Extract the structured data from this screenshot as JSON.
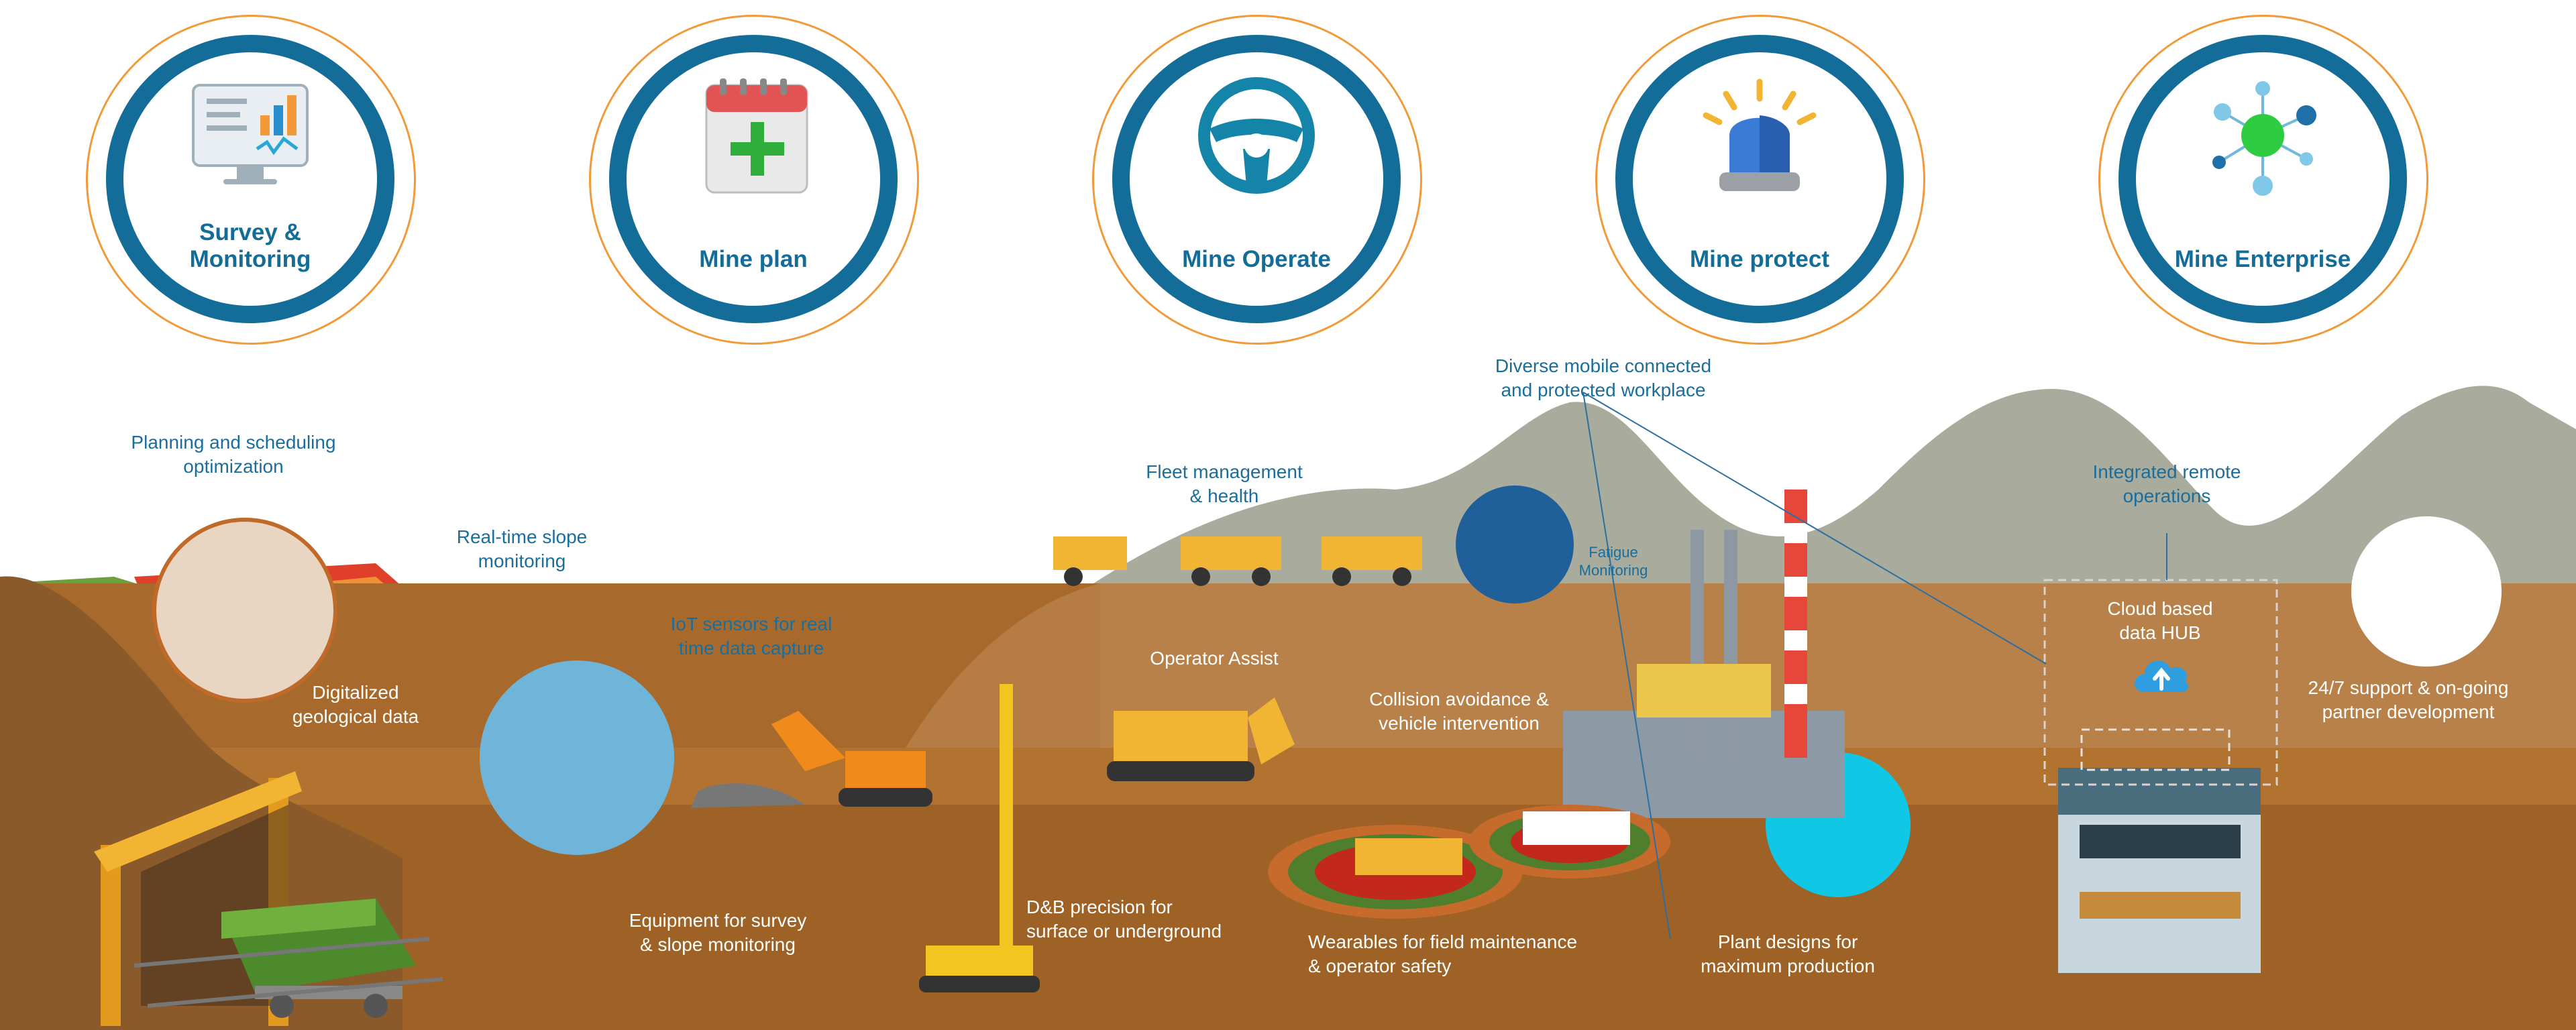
{
  "categories": [
    {
      "id": "survey",
      "label_lines": [
        "Survey &",
        "Monitoring"
      ],
      "icon": "monitor-chart-icon"
    },
    {
      "id": "plan",
      "label_lines": [
        "Mine plan"
      ],
      "icon": "calendar-plus-icon"
    },
    {
      "id": "operate",
      "label_lines": [
        "Mine Operate"
      ],
      "icon": "steering-wheel-icon"
    },
    {
      "id": "protect",
      "label_lines": [
        "Mine protect"
      ],
      "icon": "alarm-beacon-icon"
    },
    {
      "id": "enterprise",
      "label_lines": [
        "Mine Enterprise"
      ],
      "icon": "network-hub-icon"
    }
  ],
  "annotations": {
    "planning": [
      "Planning and scheduling",
      "optimization"
    ],
    "slope": [
      "Real-time slope",
      "monitoring"
    ],
    "geo": [
      "Digitalized",
      "geological data"
    ],
    "iot": [
      "IoT sensors for real",
      "time data capture"
    ],
    "fleet": [
      "Fleet management",
      "& health"
    ],
    "workplace": [
      "Diverse mobile connected",
      "and protected workplace"
    ],
    "fatigue": [
      "Fatigue",
      "Monitoring"
    ],
    "operator": [
      "Operator Assist"
    ],
    "collision": [
      "Collision avoidance &",
      "vehicle intervention"
    ],
    "remote": [
      "Integrated remote",
      "operations"
    ],
    "cloud": [
      "Cloud based",
      "data HUB"
    ],
    "support": [
      "24/7 support & on-going",
      "partner development"
    ],
    "equipment": [
      "Equipment for survey",
      "& slope monitoring"
    ],
    "db": [
      "D&B precision for",
      "surface or underground"
    ],
    "wearables": [
      "Wearables for field maintenance",
      "& operator safety"
    ],
    "plant": [
      "Plant designs for",
      "maximum production"
    ]
  },
  "colors": {
    "brand_blue": "#136d98",
    "ring_orange": "#f29a3a",
    "ground": "#a86a2c",
    "mountain": "#a9ab9c",
    "label_blue": "#1a6e9c"
  }
}
